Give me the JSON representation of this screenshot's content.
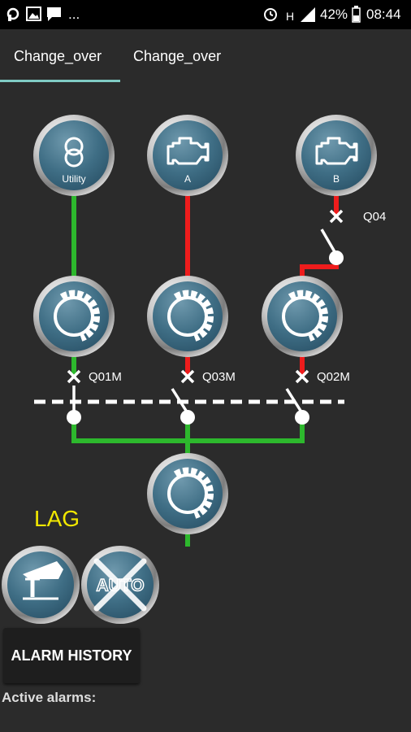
{
  "statusbar": {
    "left_icons": [
      "notification-icon",
      "image-icon",
      "message-icon"
    ],
    "more": "...",
    "battery": "42%",
    "time": "08:44"
  },
  "tabs": [
    {
      "label": "Change_over",
      "active": true
    },
    {
      "label": "Change_over",
      "active": false
    }
  ],
  "sources": [
    {
      "label": "Utility",
      "icon": "transformer-icon"
    },
    {
      "label": "A",
      "icon": "engine-icon"
    },
    {
      "label": "B",
      "icon": "engine-icon"
    }
  ],
  "breakers": {
    "q04": "Q04",
    "q01m": "Q01M",
    "q03m": "Q03M",
    "q02m": "Q02M"
  },
  "status": {
    "mode": "LAG"
  },
  "buttons": {
    "manual_icon": "crane-icon",
    "auto_label": "AUTO",
    "alarm_history": "ALARM HISTORY"
  },
  "alarms": {
    "active_label": "Active alarms:"
  },
  "colors": {
    "energized": "#2db82d",
    "de_energized": "#ee1c1c",
    "accent": "#80cbc4",
    "lag": "#f2e800"
  }
}
